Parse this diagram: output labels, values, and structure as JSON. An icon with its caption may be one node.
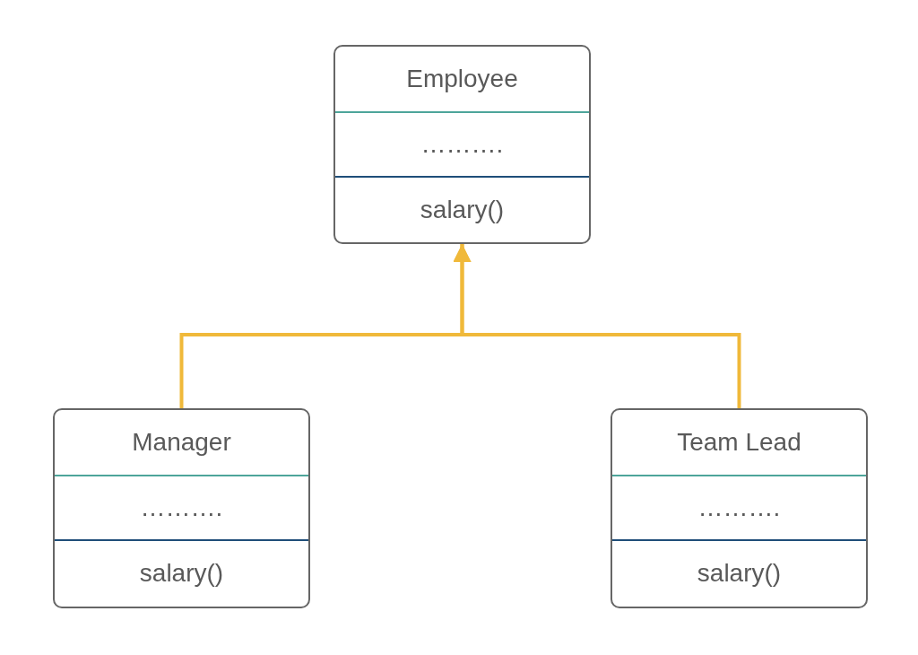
{
  "diagram": {
    "nodes": [
      {
        "text": [
          "Employee",
          "……….",
          "salary()"
        ]
      },
      {
        "text": [
          "Manager",
          "……….",
          "salary()"
        ]
      },
      {
        "text": [
          "Team Lead",
          "……….",
          "salary()"
        ]
      }
    ],
    "edges": [
      {
        "from": 1,
        "to": 0,
        "arrow": "to"
      },
      {
        "from": 2,
        "to": 0,
        "arrow": "to"
      }
    ]
  }
}
